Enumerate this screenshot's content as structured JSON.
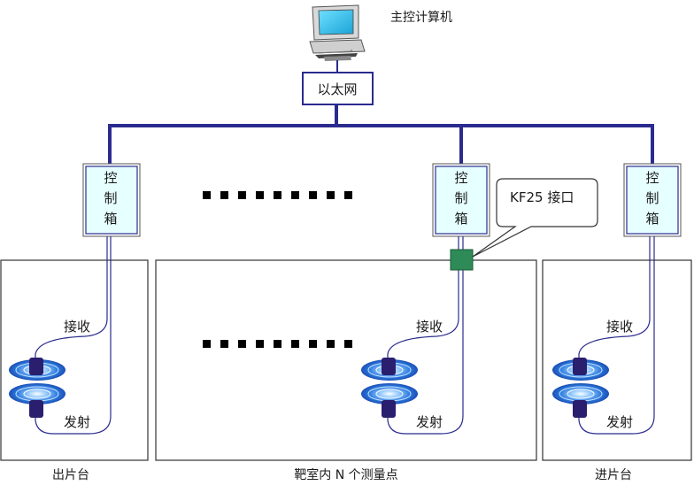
{
  "computer": {
    "label": "主控计算机",
    "icon": "desktop-computer-icon"
  },
  "network": {
    "label": "以太网"
  },
  "control_boxes": [
    {
      "label": "控\n制\n箱"
    },
    {
      "label": "控\n制\n箱"
    },
    {
      "label": "控\n制\n箱"
    }
  ],
  "callout": {
    "label": "KF25 接口"
  },
  "stations": [
    {
      "label": "出片台",
      "receive_label": "接收",
      "emit_label": "发射"
    },
    {
      "label": "靶室内 N 个测量点",
      "receive_label": "接收",
      "emit_label": "发射"
    },
    {
      "label": "进片台",
      "receive_label": "接收",
      "emit_label": "发射"
    }
  ],
  "colors": {
    "bus": "#2b2b8f",
    "box_fill": "#e6ffff",
    "box_border": "#2b2b8f",
    "interface": "#2e8b57",
    "sensor_blue": "#1e6ad6",
    "sensor_dark": "#2a1e6e",
    "frame": "#333333"
  }
}
